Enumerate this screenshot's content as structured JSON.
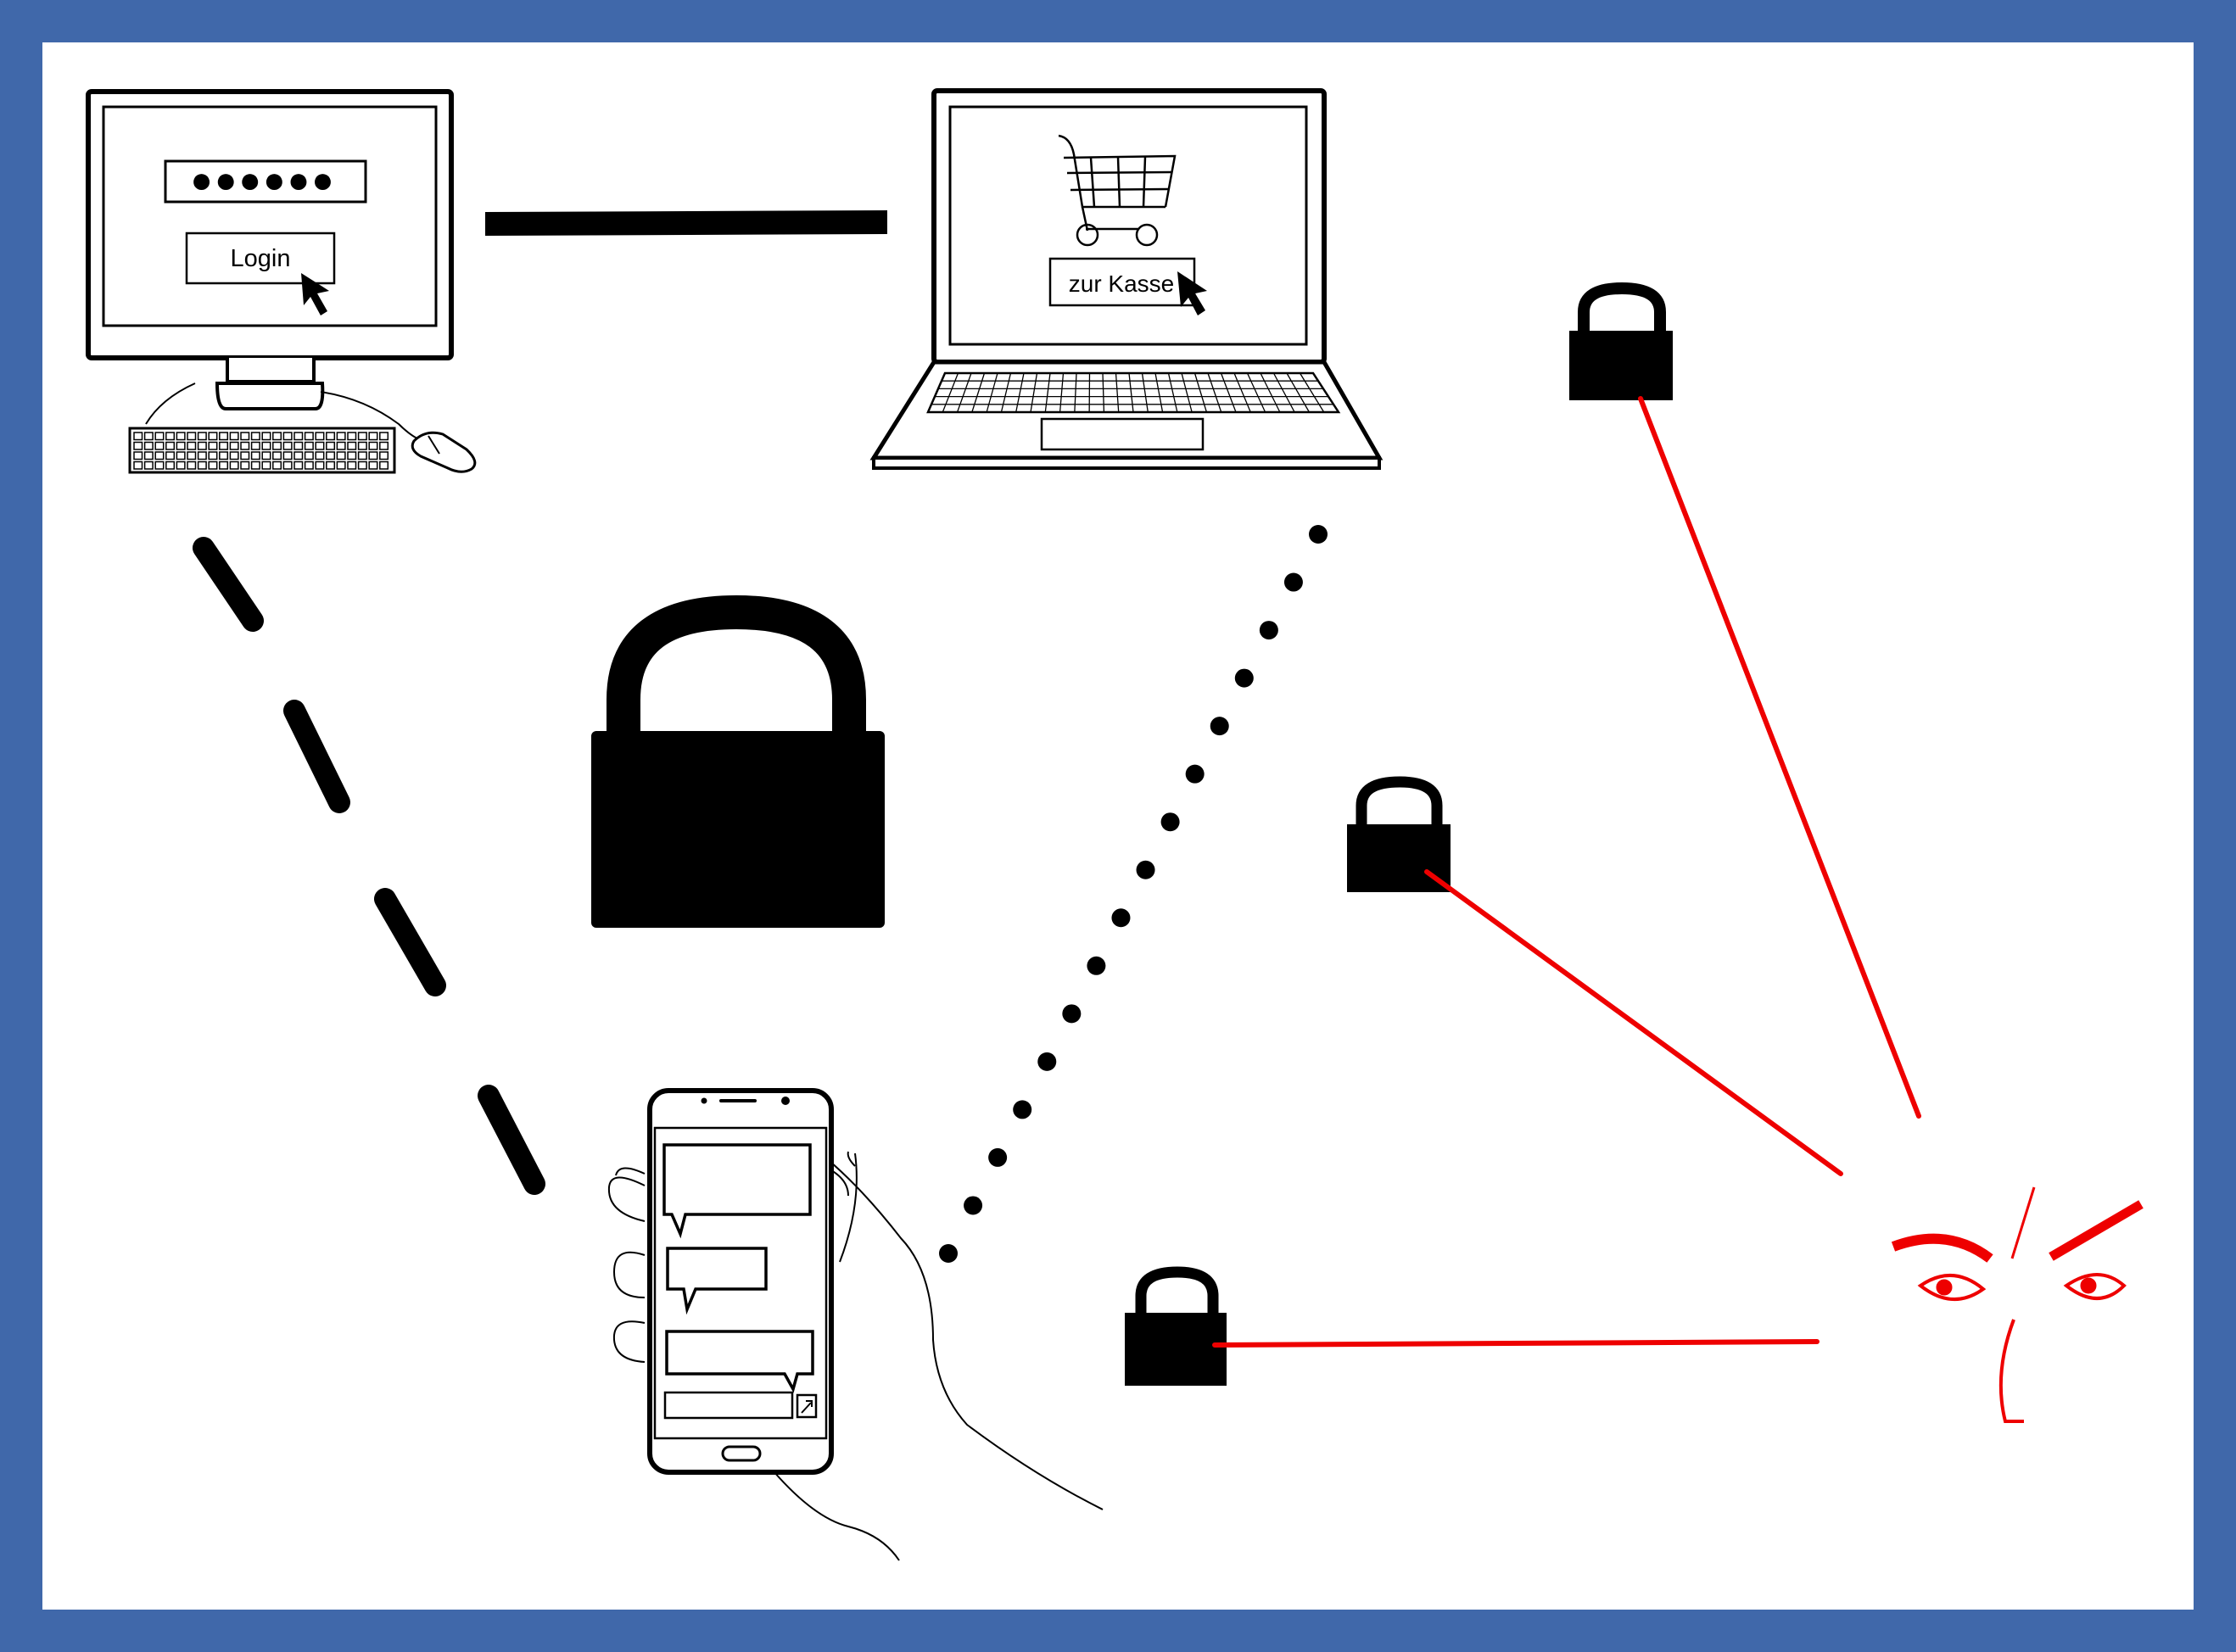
{
  "frame_color": "#4068AA",
  "background_color": "#FFFFFF",
  "desktop": {
    "password_dots": "●●●●●●",
    "login_label": "Login"
  },
  "laptop": {
    "checkout_label": "zur Kasse"
  },
  "connections": [
    {
      "from": "desktop",
      "to": "laptop",
      "style": "solid-thick"
    },
    {
      "from": "desktop",
      "to": "smartphone",
      "style": "dashed"
    },
    {
      "from": "laptop",
      "to": "smartphone",
      "style": "dotted"
    }
  ],
  "eavesdropper": {
    "color": "#EE0000",
    "target_locks": 3,
    "icon": "angry-face-icon"
  },
  "icons": [
    "desktop-computer-icon",
    "laptop-icon",
    "smartphone-icon",
    "padlock-icon",
    "shopping-cart-icon",
    "mouse-cursor-icon",
    "chat-bubble-icon",
    "angry-face-icon"
  ]
}
